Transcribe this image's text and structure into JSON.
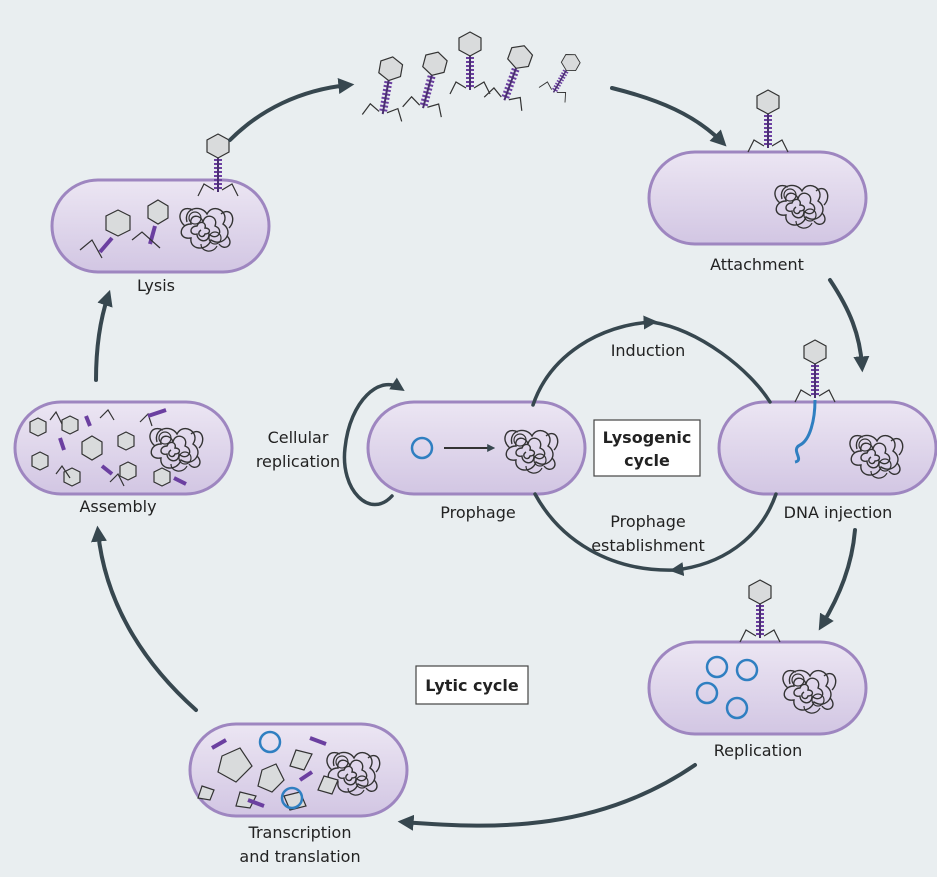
{
  "stages": {
    "attachment": "Attachment",
    "dna_injection": "DNA injection",
    "replication": "Replication",
    "transcription_line1": "Transcription",
    "transcription_line2": "and translation",
    "assembly": "Assembly",
    "lysis": "Lysis",
    "prophage": "Prophage"
  },
  "transitions": {
    "induction": "Induction",
    "prophage_establishment_line1": "Prophage",
    "prophage_establishment_line2": "establishment",
    "cellular_replication_line1": "Cellular",
    "cellular_replication_line2": "replication"
  },
  "cycles": {
    "lytic": "Lytic cycle",
    "lysogenic_line1": "Lysogenic",
    "lysogenic_line2": "cycle"
  },
  "colors": {
    "background": "#e9eef0",
    "cell_fill": "#ddd4ea",
    "cell_stroke": "#9e86c0",
    "arrow": "#37474f",
    "phage_tail": "#6b3fa0",
    "dna_blue": "#2f7fc1"
  }
}
